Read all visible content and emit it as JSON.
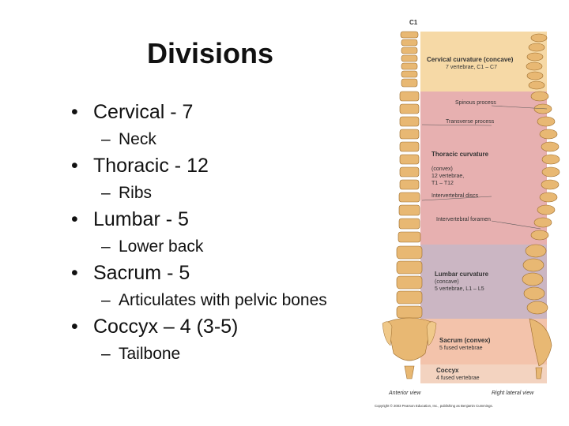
{
  "slide": {
    "title": "Divisions",
    "bullets": [
      {
        "text": "Cervical - 7",
        "sub": "Neck"
      },
      {
        "text": "Thoracic - 12",
        "sub": "Ribs"
      },
      {
        "text": "Lumbar - 5",
        "sub": "Lower back"
      },
      {
        "text": "Sacrum - 5",
        "sub": "Articulates with pelvic bones"
      },
      {
        "text": "Coccyx – 4 (3-5)",
        "sub": "Tailbone"
      }
    ]
  },
  "figure": {
    "top_label": "C1",
    "labels": {
      "cervical_title": "Cervical curvature (concave)",
      "cervical_sub": "7 vertebrae, C1 – C7",
      "spinous": "Spinous process",
      "transverse": "Transverse process",
      "thoracic_title": "Thoracic curvature",
      "thoracic_sub1": "(convex)",
      "thoracic_sub2": "12 vertebrae,",
      "thoracic_sub3": "T1 – T12",
      "intervertebral_discs": "Intervertebral discs",
      "intervertebral_foramen": "Intervertebral foramen",
      "lumbar_title": "Lumbar curvature",
      "lumbar_sub1": "(concave)",
      "lumbar_sub2": "5 vertebrae, L1 – L5",
      "sacrum_title": "Sacrum (convex)",
      "sacrum_sub": "5 fused vertebrae",
      "coccyx_title": "Coccyx",
      "coccyx_sub": "4 fused vertebrae",
      "anterior": "Anterior view",
      "lateral": "Right lateral view",
      "copyright": "Copyright © 2003 Pearson Education, Inc., publishing as Benjamin Cummings."
    },
    "colors": {
      "cervical": "#f6d9a6",
      "thoracic": "#e7b0b0",
      "lumbar": "#cbb6c3",
      "sacrum": "#f3c3ab",
      "coccyx": "#f3d3c0",
      "bone": "#e8b873"
    }
  }
}
